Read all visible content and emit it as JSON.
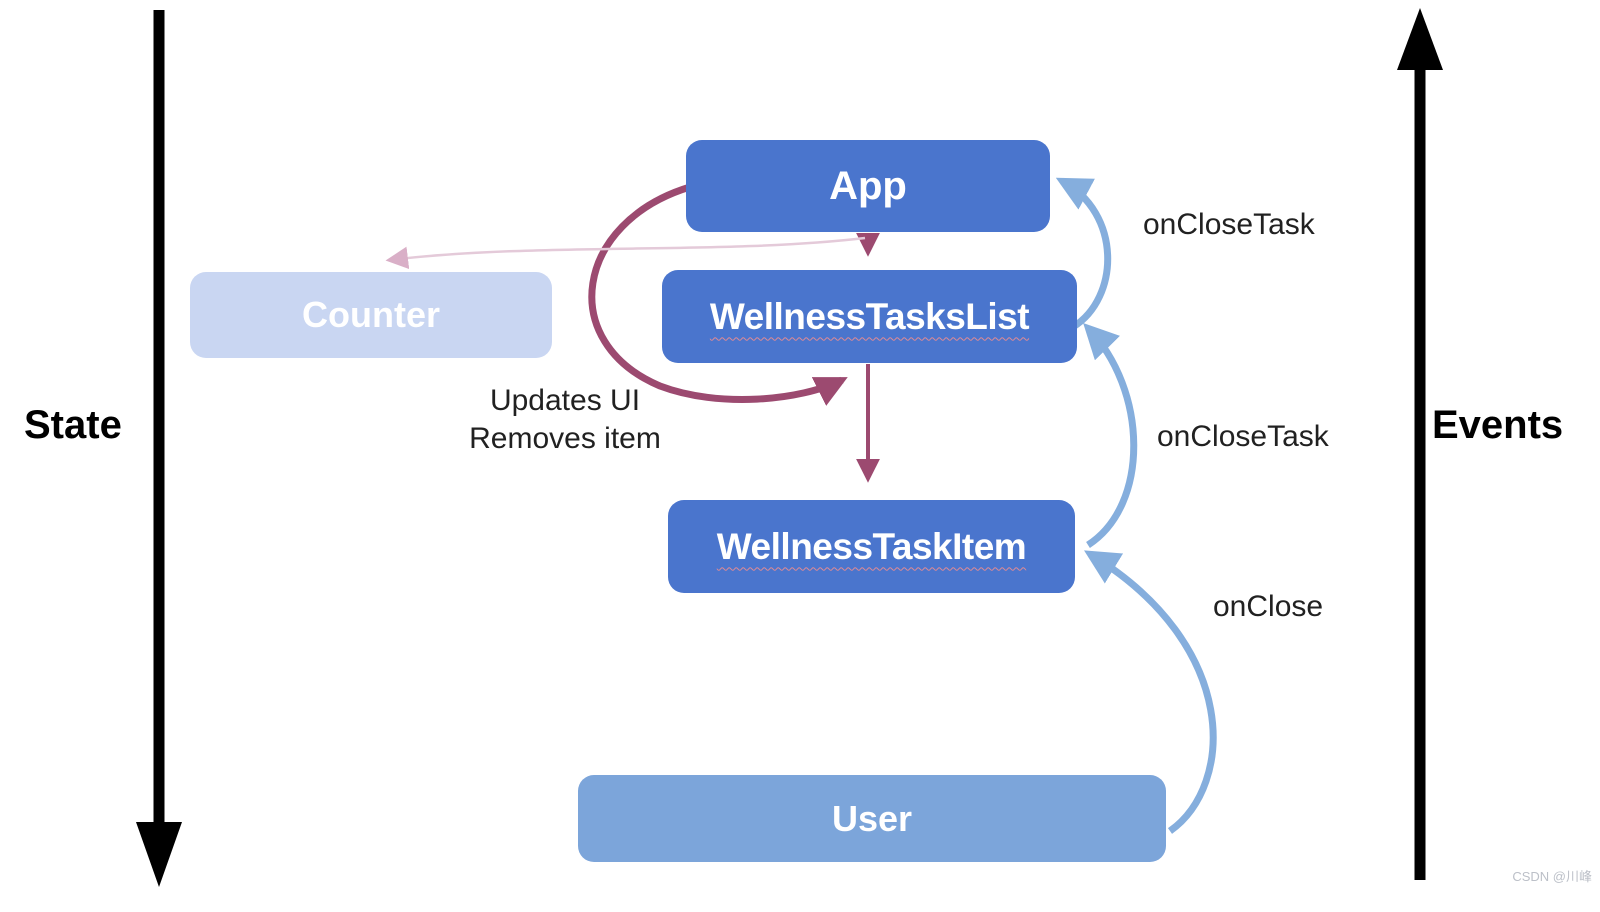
{
  "diagram": {
    "side_labels": {
      "left": "State",
      "right": "Events"
    },
    "nodes": {
      "app": {
        "label": "App",
        "color": "#4a75cd"
      },
      "counter": {
        "label": "Counter",
        "color": "#c9d6f2"
      },
      "tasks_list": {
        "label": "WellnessTasksList",
        "color": "#4a75cd"
      },
      "task_item": {
        "label": "WellnessTaskItem",
        "color": "#4a75cd"
      },
      "user": {
        "label": "User",
        "color": "#7ca5da"
      }
    },
    "edge_labels": {
      "on_close_task_top": "onCloseTask",
      "on_close_task_mid": "onCloseTask",
      "on_close": "onClose",
      "updates_ui_line1": "Updates UI",
      "updates_ui_line2": "Removes item"
    },
    "colors": {
      "axis_arrow": "#000000",
      "event_arrow": "#85aedd",
      "state_arrow": "#9c4a70",
      "counter_arrow_stroke": "#e4cad9",
      "counter_arrow_head": "#d9afc7"
    }
  },
  "watermark": "CSDN @川峰"
}
